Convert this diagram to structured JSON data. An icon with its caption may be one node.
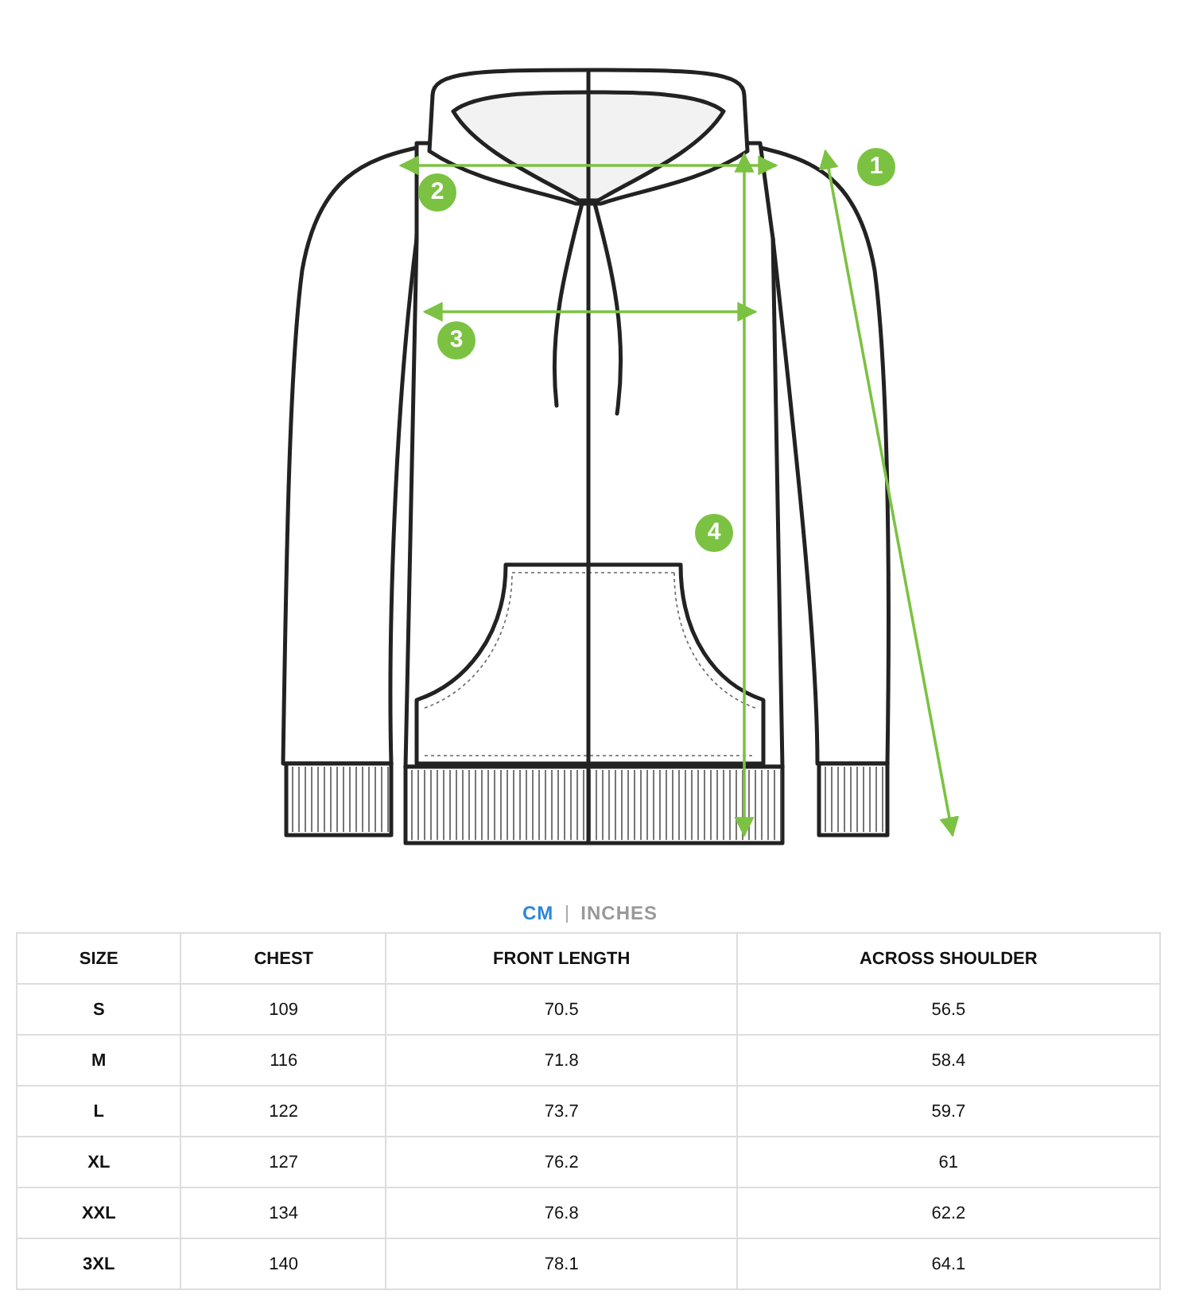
{
  "diagram": {
    "labels": [
      "1",
      "2",
      "3",
      "4",
      "CM",
      "INCHES",
      "SIZE",
      "CHEST",
      "FRONT LENGTH",
      "ACROSS SHOULDER",
      "S",
      "109",
      "70.5",
      "56.5",
      "M",
      "116",
      "71.8",
      "58.4",
      "L",
      "122",
      "73.7",
      "59.7",
      "XL",
      "127",
      "76.2",
      "61",
      "XXL",
      "134",
      "76.8",
      "62.2",
      "3XL",
      "140",
      "78.1",
      "64.1"
    ]
  }
}
